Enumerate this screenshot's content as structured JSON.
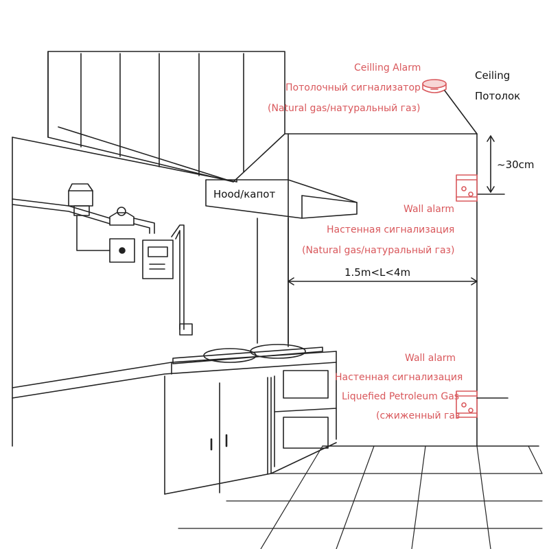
{
  "colors": {
    "line": "#222222",
    "accent": "#d9585c",
    "background": "#ffffff"
  },
  "ceiling_alarm": {
    "title": "Ceilling Alarm",
    "title_ru": "Потолочный сигнализатор",
    "gas": "(Natural gas/натуральный газ)"
  },
  "ceiling": {
    "label_en": "Ceiling",
    "label_ru": "Потолок"
  },
  "distance_from_ceiling": "~30cm",
  "hood": {
    "label": "Hood/капот"
  },
  "wall_alarm_natural": {
    "title": "Wall alarm",
    "title_ru": "Настенная сигнализация",
    "gas": "(Natural gas/натуральный газ)"
  },
  "distance_to_source": "1.5m<L<4m",
  "wall_alarm_lpg": {
    "title": "Wall alarm",
    "title_ru": "Настенная сигнализация",
    "gas": "Liquefied Petroleum Gas",
    "gas_ru": "(сжиженный газ"
  },
  "icons": [
    "ceiling-alarm-icon",
    "wall-alarm-icon",
    "gas-meter-icon",
    "gas-valve-icon",
    "wall-socket-icon",
    "cooktop-icon",
    "range-hood-icon"
  ]
}
